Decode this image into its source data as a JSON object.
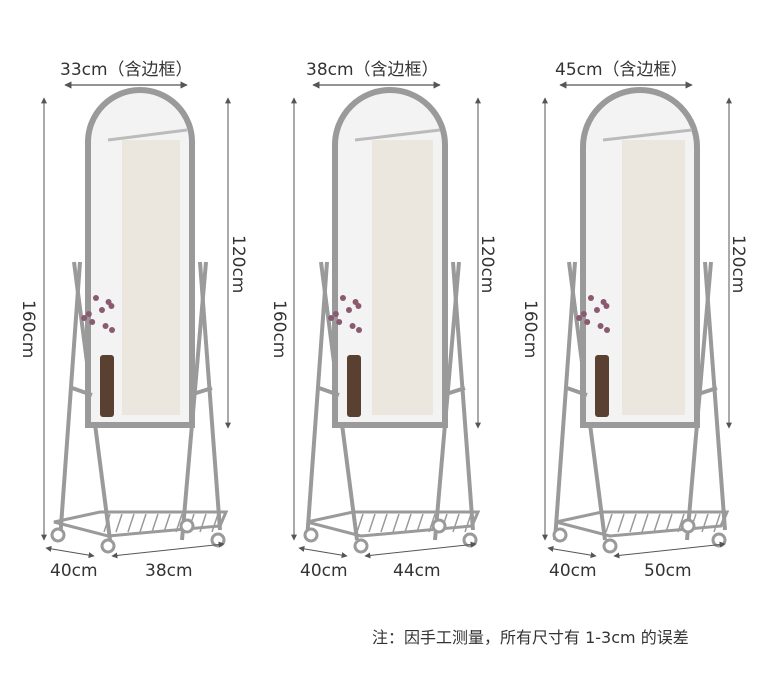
{
  "mirrors": [
    {
      "top_width_label": "33cm（含边框）",
      "total_height_label": "160cm",
      "mirror_height_label": "120cm",
      "base_depth_label": "40cm",
      "base_width_label": "38cm"
    },
    {
      "top_width_label": "38cm（含边框）",
      "total_height_label": "160cm",
      "mirror_height_label": "120cm",
      "base_depth_label": "40cm",
      "base_width_label": "44cm"
    },
    {
      "top_width_label": "45cm（含边框）",
      "total_height_label": "160cm",
      "mirror_height_label": "120cm",
      "base_depth_label": "40cm",
      "base_width_label": "50cm"
    }
  ],
  "footnote": "注：因手工测量，所有尺寸有 1-3cm 的误差",
  "colors": {
    "frame": "#9a9a9a",
    "glass": "#f3f3f3",
    "curtain": "#e9e4d9",
    "vase": "#5a4030",
    "flowers": "#8a5a70",
    "dimension_line": "#555555"
  }
}
